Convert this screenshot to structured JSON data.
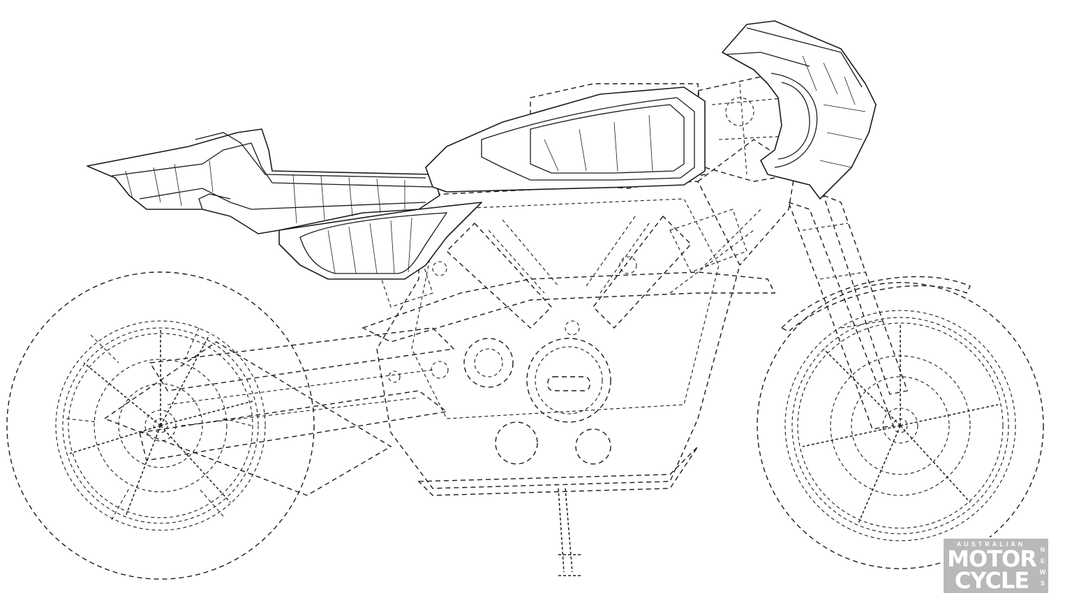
{
  "logo": {
    "line_top": "AUSTRALIAN",
    "line1": "MOTOR",
    "line2": "CYCLE",
    "side": "NEWS"
  },
  "colors": {
    "ink": "#1a1a1a",
    "logo_bg": "#b9b9b9",
    "logo_text": "#ffffff"
  }
}
